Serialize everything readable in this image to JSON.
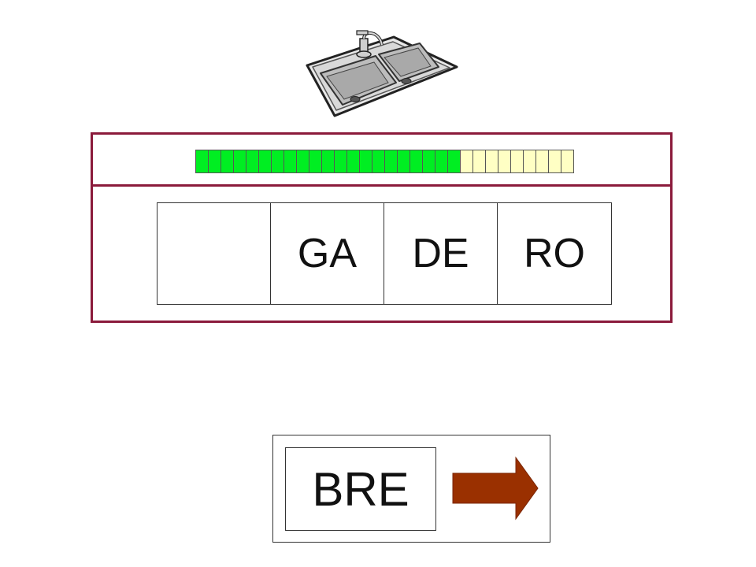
{
  "picture": {
    "icon": "kitchen-sink-icon"
  },
  "progress": {
    "completed": 21,
    "total": 30,
    "filled_color": "#00ee22",
    "empty_color": "#ffffc4"
  },
  "syllables": [
    "",
    "GA",
    "DE",
    "RO"
  ],
  "answer": {
    "tile_text": "BRE",
    "arrow_icon": "right-arrow-icon",
    "arrow_color": "#9a3000"
  },
  "colors": {
    "frame_border": "#8b1a3b"
  }
}
